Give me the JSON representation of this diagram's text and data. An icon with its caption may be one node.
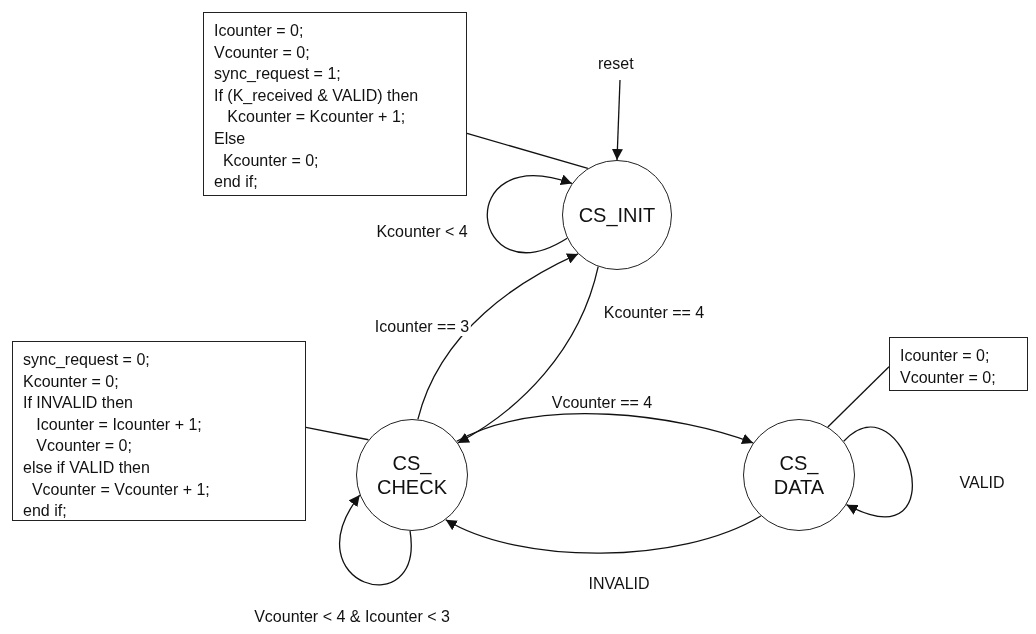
{
  "diagram": {
    "nodes": [
      {
        "text": [
          "Icounter = 0;",
          "Vcounter = 0;",
          "sync_request = 1;",
          "If (K_received & VALID) then",
          "   Kcounter = Kcounter + 1;",
          "Else",
          "  Kcounter = 0;",
          "end if;"
        ]
      },
      {
        "text": [
          "reset"
        ]
      },
      {
        "text": [
          "CS_INIT"
        ]
      },
      {
        "text": [
          "Icounter = 0;",
          "Vcounter = 0;"
        ]
      },
      {
        "text": [
          "sync_request = 0;",
          "Kcounter = 0;",
          "If INVALID then",
          "   Icounter = Icounter + 1;",
          "   Vcounter = 0;",
          "else if VALID then",
          "  Vcounter = Vcounter + 1;",
          "end if;"
        ]
      },
      {
        "text": [
          "CS_ CHECK"
        ]
      },
      {
        "text": [
          "CS_ DATA"
        ]
      }
    ],
    "edges": [
      {
        "from": 1,
        "to": 2,
        "arrow": "to"
      },
      {
        "from": 2,
        "to": 2,
        "arrow": "to",
        "label": "Kcounter < 4"
      },
      {
        "from": 2,
        "to": 5,
        "arrow": "to",
        "label": "Kcounter == 4"
      },
      {
        "from": 5,
        "to": 2,
        "arrow": "to",
        "label": "Icounter == 3"
      },
      {
        "from": 5,
        "to": 6,
        "arrow": "to",
        "label": "Vcounter == 4"
      },
      {
        "from": 6,
        "to": 5,
        "arrow": "to",
        "label": "INVALID"
      },
      {
        "from": 5,
        "to": 5,
        "arrow": "to",
        "label": "Vcounter < 4 & Icounter < 3"
      },
      {
        "from": 6,
        "to": 6,
        "arrow": "to",
        "label": "VALID"
      },
      {
        "from": 0,
        "to": 2,
        "arrow": "none"
      },
      {
        "from": 4,
        "to": 5,
        "arrow": "none"
      },
      {
        "from": 3,
        "to": 6,
        "arrow": "none"
      }
    ]
  }
}
